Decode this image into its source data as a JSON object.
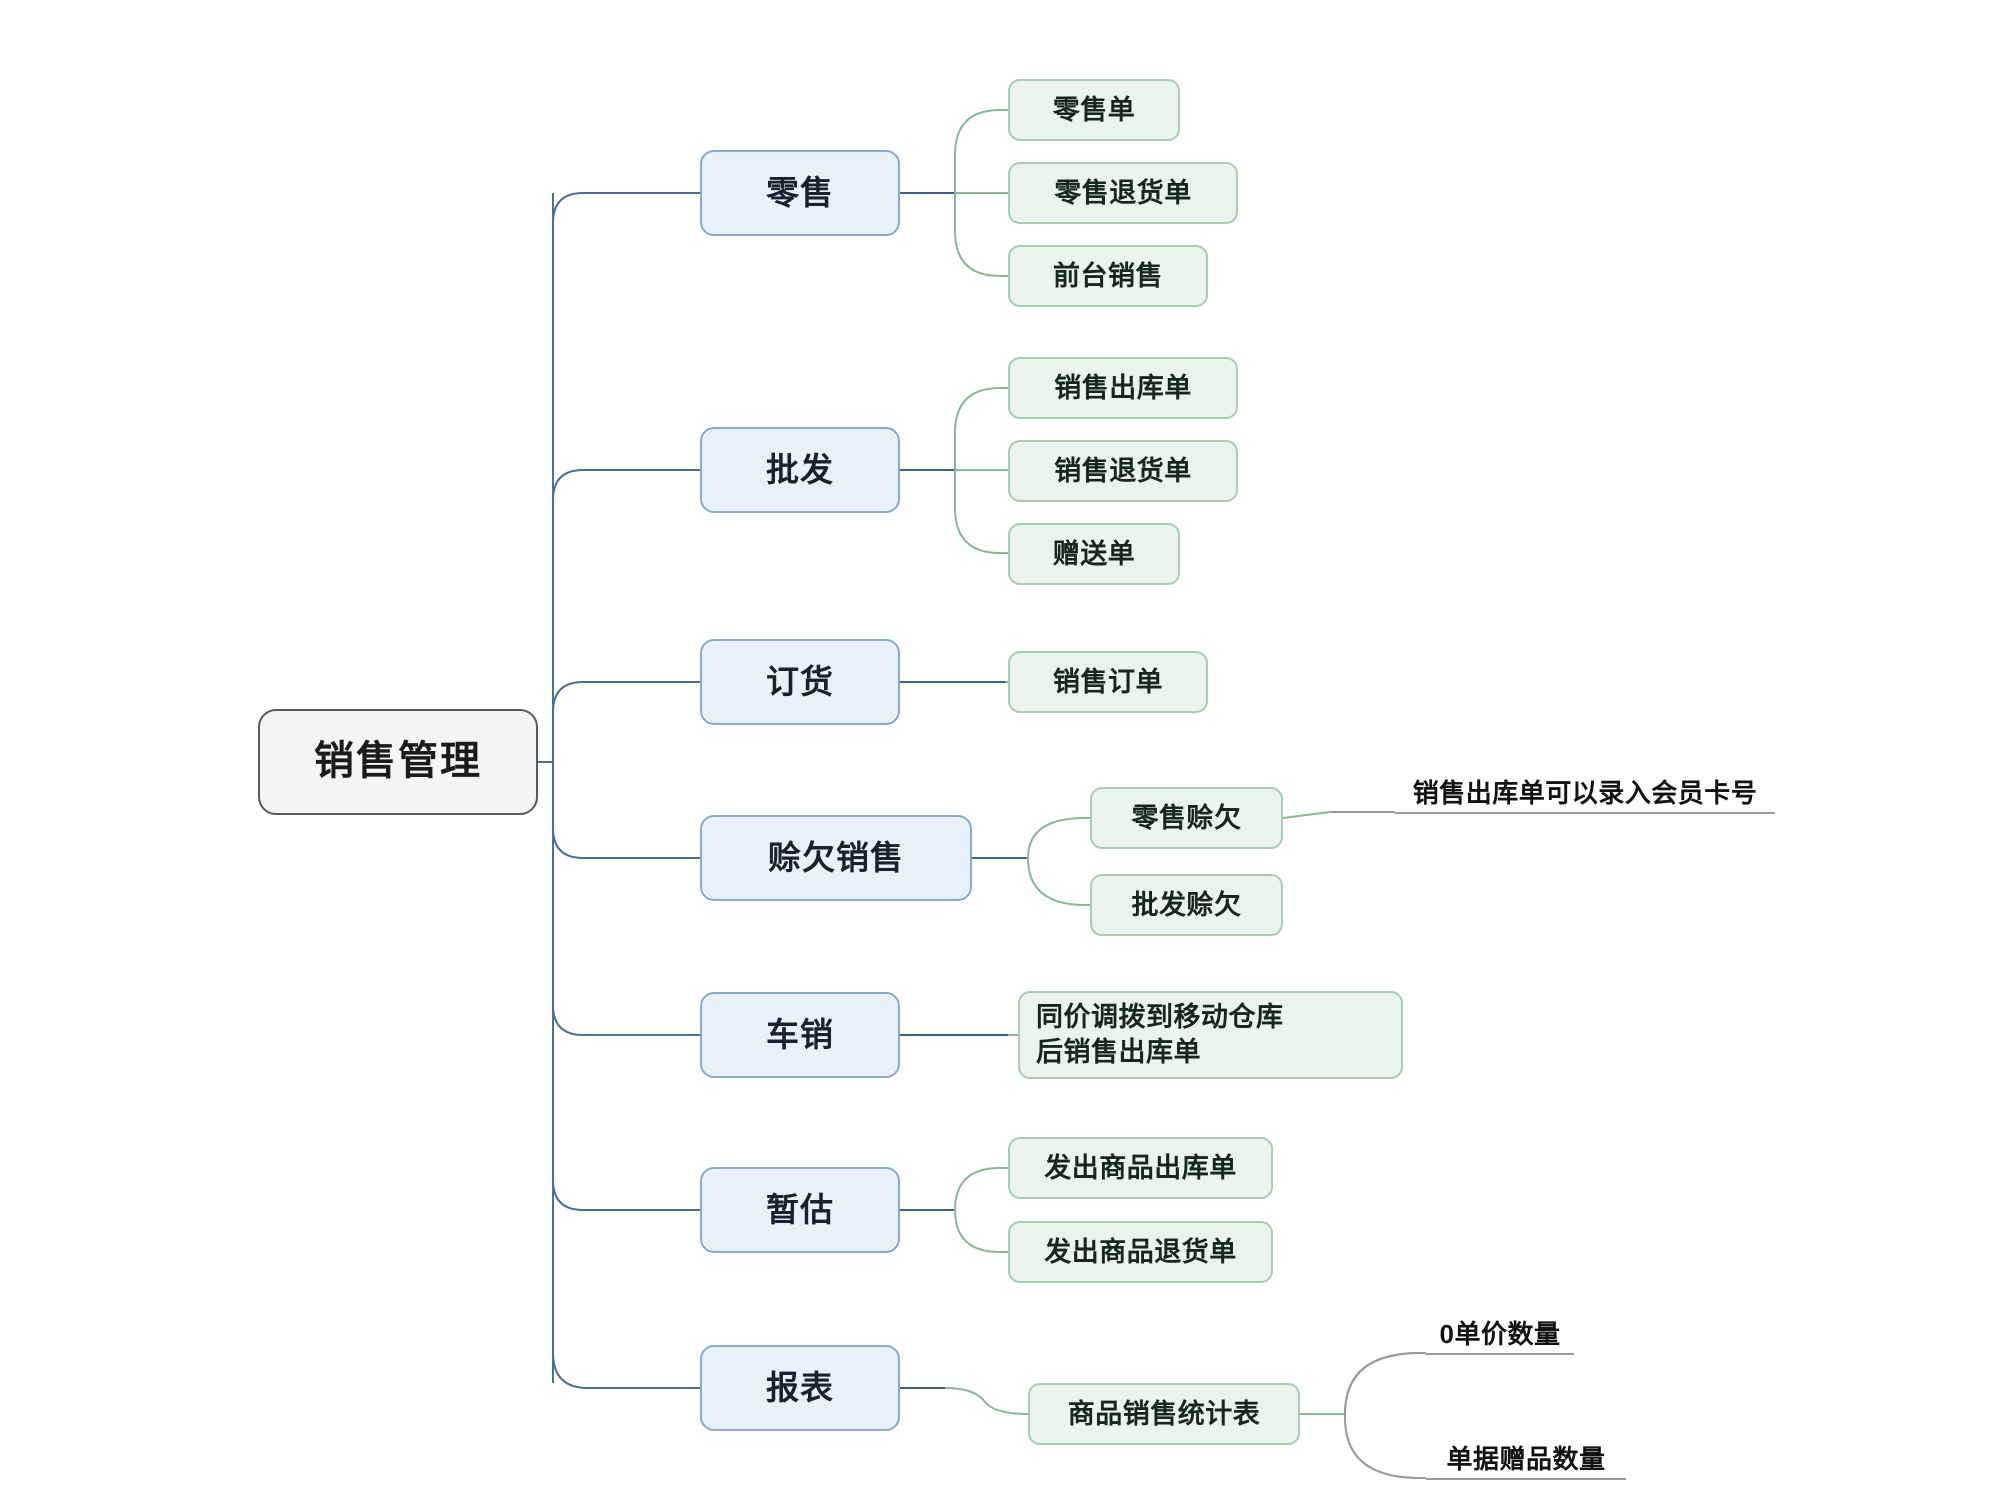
{
  "diagram": {
    "type": "mindmap",
    "title": "销售管理",
    "orientation": "left-to-right",
    "colors": {
      "root_fill": "#f4f4f4",
      "root_border": "#5a5a5a",
      "branch_fill": "#eaf0fa",
      "branch_border": "#8aaacd",
      "leaf_fill": "#eaf3ec",
      "leaf_border": "#a8cdb2",
      "trunk_edge": "#4b6f95",
      "leaf_edge": "#8ab79a",
      "note_edge": "#9a9a9a",
      "background": "#ffffff"
    }
  },
  "root": {
    "label": "销售管理"
  },
  "branches": [
    {
      "id": "retail",
      "label": "零售",
      "leaves": [
        {
          "id": "retail-order",
          "label": "零售单"
        },
        {
          "id": "retail-return",
          "label": "零售退货单"
        },
        {
          "id": "front-desk-sale",
          "label": "前台销售"
        }
      ]
    },
    {
      "id": "wholesale",
      "label": "批发",
      "leaves": [
        {
          "id": "sales-outbound",
          "label": "销售出库单"
        },
        {
          "id": "sales-return",
          "label": "销售退货单"
        },
        {
          "id": "gift-order",
          "label": "赠送单"
        }
      ]
    },
    {
      "id": "ordering",
      "label": "订货",
      "leaves": [
        {
          "id": "sales-order",
          "label": "销售订单"
        }
      ]
    },
    {
      "id": "credit-sales",
      "label": "赊欠销售",
      "leaves": [
        {
          "id": "retail-credit",
          "label": "零售赊欠"
        },
        {
          "id": "wholesale-credit",
          "label": "批发赊欠"
        }
      ]
    },
    {
      "id": "vehicle-sales",
      "label": "车销",
      "leaves": [
        {
          "id": "transfer-then-outbound",
          "label": "同价调拨到移动仓库\n后销售出库单"
        }
      ]
    },
    {
      "id": "provisional",
      "label": "暂估",
      "leaves": [
        {
          "id": "issued-goods-outbound",
          "label": "发出商品出库单"
        },
        {
          "id": "issued-goods-return",
          "label": "发出商品退货单"
        }
      ]
    },
    {
      "id": "reports",
      "label": "报表",
      "leaves": [
        {
          "id": "product-sales-report",
          "label": "商品销售统计表"
        }
      ]
    }
  ],
  "notes": [
    {
      "id": "member-card-note",
      "label": "销售出库单可以录入会员卡号",
      "attached_to": "retail-credit"
    },
    {
      "id": "zero-price-qty-note",
      "label": "0单价数量",
      "attached_to": "product-sales-report"
    },
    {
      "id": "voucher-gift-qty-note",
      "label": "单据赠品数量",
      "attached_to": "product-sales-report"
    }
  ]
}
